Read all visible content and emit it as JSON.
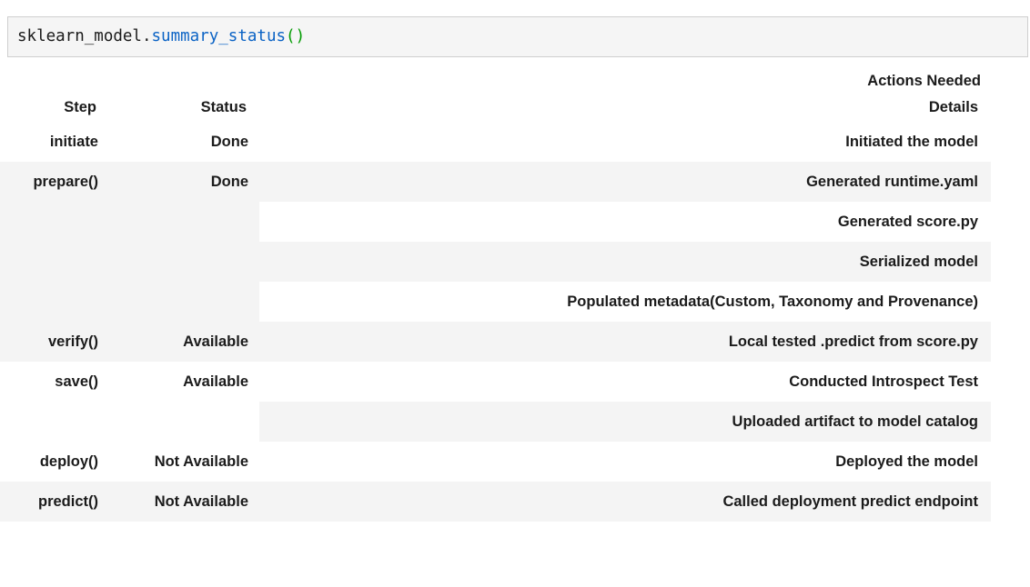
{
  "notebook": {
    "input_cell": {
      "object_name": "sklearn_model",
      "dot": ".",
      "method_name": "summary_status",
      "parens": "()"
    }
  },
  "table": {
    "super_header": {
      "step_blank": "",
      "status_blank": "",
      "details_group": "Actions Needed"
    },
    "columns": {
      "step": "Step",
      "status": "Status",
      "details": "Details"
    },
    "rows": [
      {
        "step": "initiate",
        "status": "Done",
        "details": "Initiated the model",
        "index_shade": "sh-white",
        "details_shade": "sh-white"
      },
      {
        "step": "prepare()",
        "status": "Done",
        "details": "Generated runtime.yaml",
        "index_shade": "sh-gray",
        "details_shade": "sh-gray"
      },
      {
        "step": "",
        "status": "",
        "details": "Generated score.py",
        "index_shade": "sh-gray",
        "details_shade": "sh-white"
      },
      {
        "step": "",
        "status": "",
        "details": "Serialized model",
        "index_shade": "sh-gray",
        "details_shade": "sh-gray"
      },
      {
        "step": "",
        "status": "",
        "details": "Populated metadata(Custom, Taxonomy and Provenance)",
        "index_shade": "sh-gray",
        "details_shade": "sh-white"
      },
      {
        "step": "verify()",
        "status": "Available",
        "details": "Local tested .predict from score.py",
        "index_shade": "sh-gray",
        "details_shade": "sh-gray"
      },
      {
        "step": "save()",
        "status": "Available",
        "details": "Conducted Introspect Test",
        "index_shade": "sh-white",
        "details_shade": "sh-white"
      },
      {
        "step": "",
        "status": "",
        "details": "Uploaded artifact to model catalog",
        "index_shade": "sh-white",
        "details_shade": "sh-gray"
      },
      {
        "step": "deploy()",
        "status": "Not Available",
        "details": "Deployed the model",
        "index_shade": "sh-white",
        "details_shade": "sh-white"
      },
      {
        "step": "predict()",
        "status": "Not Available",
        "details": "Called deployment predict endpoint",
        "index_shade": "sh-gray",
        "details_shade": "sh-gray"
      }
    ]
  },
  "colors": {
    "code_identifier": "#1a1a1a",
    "code_method": "#0b63c5",
    "code_paren": "#009b00",
    "cell_background": "#f5f5f5",
    "cell_border": "#cfcfcf",
    "zebra_gray": "#f4f4f4",
    "header_rule": "#bfbfbf",
    "text": "#1b1b1b"
  }
}
